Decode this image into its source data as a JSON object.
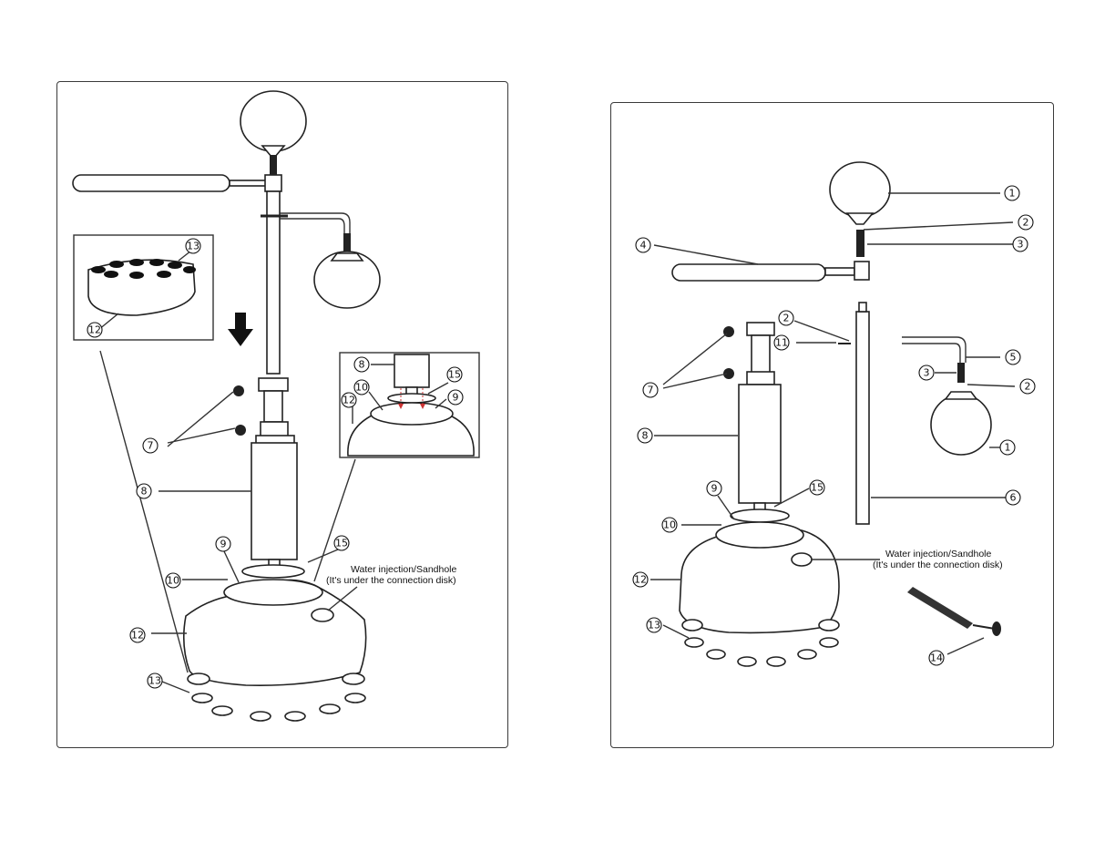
{
  "left_panel": {
    "note_line1": "Water injection/Sandhole",
    "note_line2": "(It's under the connection disk)",
    "callouts": [
      "13",
      "12",
      "8",
      "15",
      "12",
      "10",
      "9",
      "7",
      "8",
      "9",
      "15",
      "10",
      "12",
      "13"
    ]
  },
  "right_panel": {
    "note_line1": "Water injection/Sandhole",
    "note_line2": "(It's under the connection disk)",
    "callouts": [
      "1",
      "2",
      "3",
      "4",
      "2",
      "11",
      "7",
      "5",
      "3",
      "2",
      "8",
      "1",
      "9",
      "15",
      "6",
      "10",
      "12",
      "13",
      "14"
    ]
  },
  "colors": {
    "line": "#333333",
    "fill": "#ffffff",
    "dark": "#222222"
  }
}
